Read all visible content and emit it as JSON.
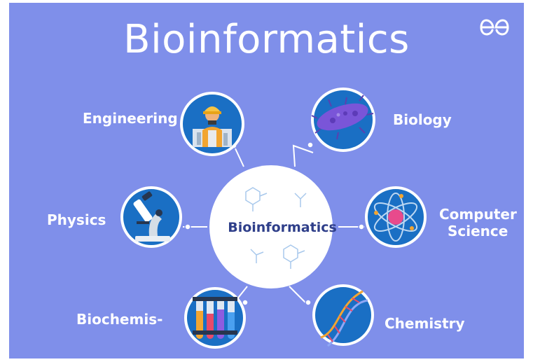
{
  "title": "Bioinformatics",
  "center_label": "Bioinformatics",
  "nodes": [
    {
      "label": "Engineering",
      "icon": "engineer-icon"
    },
    {
      "label": "Biology",
      "icon": "bacteria-icon"
    },
    {
      "label": "Physics",
      "icon": "microscope-icon"
    },
    {
      "label": "Computer Science",
      "label_line1": "Computer",
      "label_line2": "Science",
      "icon": "atom-icon"
    },
    {
      "label": "Biochemis-",
      "icon": "test-tubes-icon"
    },
    {
      "label": "Chemistry",
      "icon": "dna-icon"
    }
  ],
  "colors": {
    "background": "#7f8fea",
    "circle_fill": "#1a6fc4",
    "circle_ring": "#ffffff",
    "center_fill": "#ffffff",
    "center_text": "#2f3f8a",
    "label_text": "#ffffff"
  },
  "logo": "gfg-logo-icon"
}
